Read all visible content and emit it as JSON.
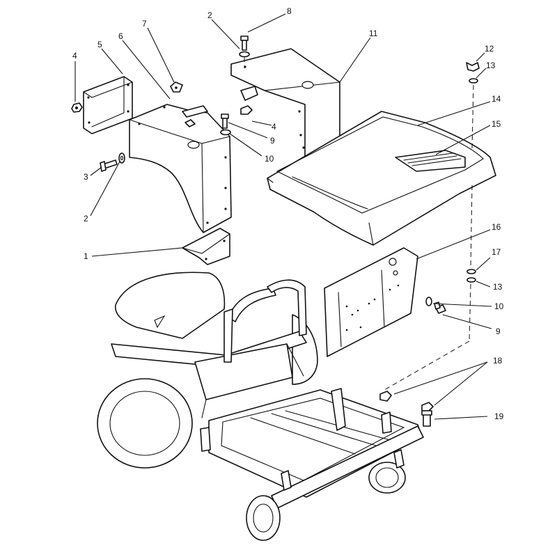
{
  "callouts": [
    {
      "id": "c1",
      "text": "1"
    },
    {
      "id": "c2a",
      "text": "2"
    },
    {
      "id": "c2b",
      "text": "2"
    },
    {
      "id": "c3",
      "text": "3"
    },
    {
      "id": "c4a",
      "text": "4"
    },
    {
      "id": "c4b",
      "text": "4"
    },
    {
      "id": "c5",
      "text": "5"
    },
    {
      "id": "c6",
      "text": "6"
    },
    {
      "id": "c7",
      "text": "7"
    },
    {
      "id": "c8",
      "text": "8"
    },
    {
      "id": "c9a",
      "text": "9"
    },
    {
      "id": "c9b",
      "text": "9"
    },
    {
      "id": "c10a",
      "text": "10"
    },
    {
      "id": "c10b",
      "text": "10"
    },
    {
      "id": "c11",
      "text": "11"
    },
    {
      "id": "c12",
      "text": "12"
    },
    {
      "id": "c13a",
      "text": "13"
    },
    {
      "id": "c13b",
      "text": "13"
    },
    {
      "id": "c14",
      "text": "14"
    },
    {
      "id": "c15",
      "text": "15"
    },
    {
      "id": "c16",
      "text": "16"
    },
    {
      "id": "c17",
      "text": "17"
    },
    {
      "id": "c18",
      "text": "18"
    },
    {
      "id": "c19",
      "text": "19"
    }
  ]
}
